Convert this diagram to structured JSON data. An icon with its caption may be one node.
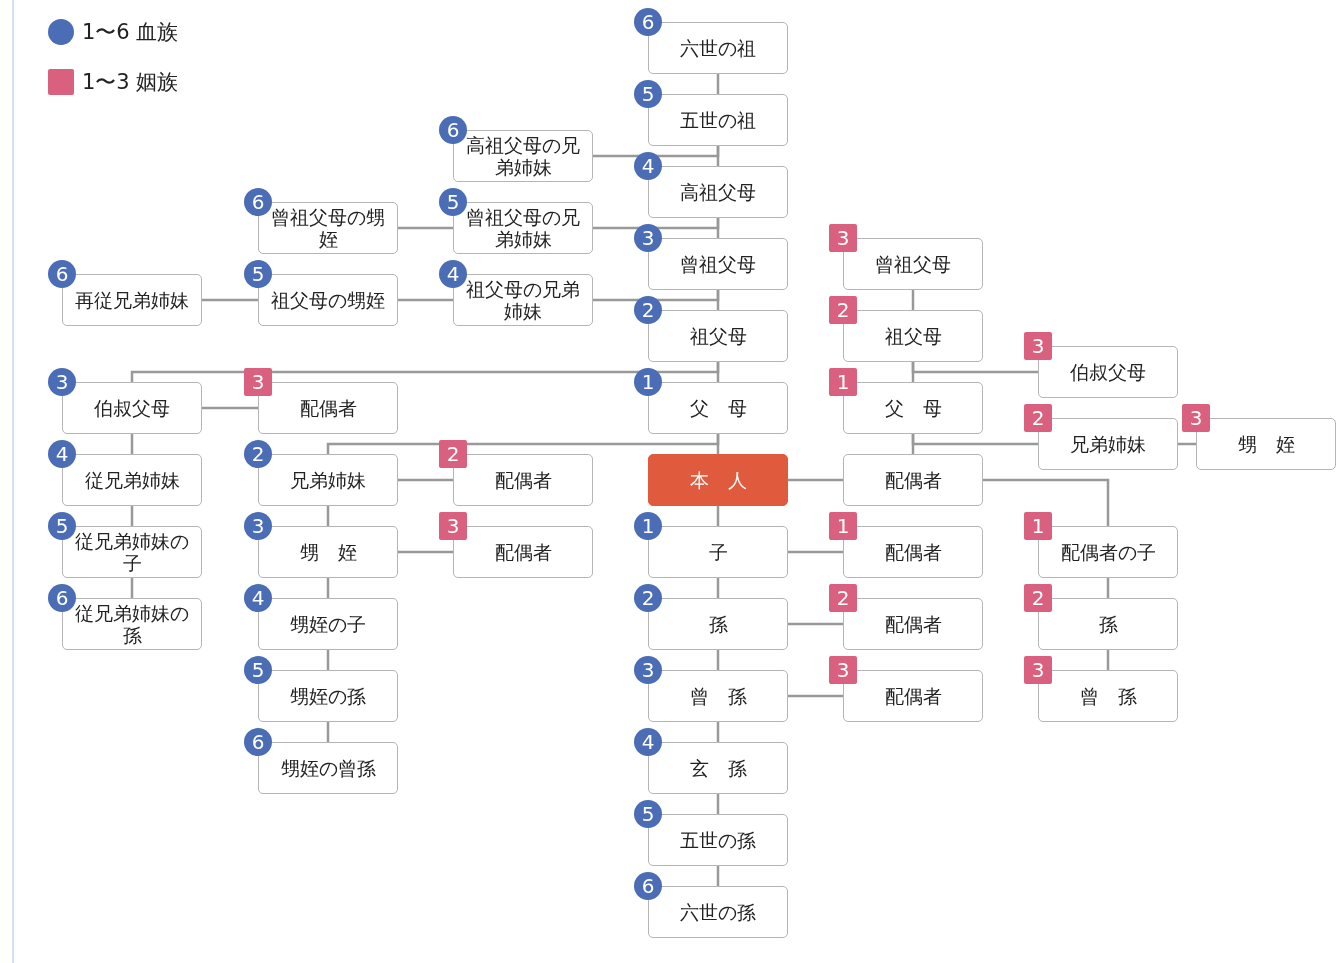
{
  "diagram": {
    "nodes": [
      {
        "text": [
          "六世の祖"
        ],
        "beside": [
          "6"
        ]
      },
      {
        "text": [
          "五世の祖"
        ],
        "beside": [
          "5"
        ]
      },
      {
        "text": [
          "高祖父母の兄弟姉妹"
        ],
        "beside": [
          "6"
        ]
      },
      {
        "text": [
          "高祖父母"
        ],
        "beside": [
          "4"
        ]
      },
      {
        "text": [
          "曾祖父母の甥姪"
        ],
        "beside": [
          "6"
        ]
      },
      {
        "text": [
          "曾祖父母の兄弟姉妹"
        ],
        "beside": [
          "5"
        ]
      },
      {
        "text": [
          "曾祖父母"
        ],
        "beside": [
          "3"
        ]
      },
      {
        "text": [
          "曾祖父母"
        ],
        "beside": [
          "3"
        ]
      },
      {
        "text": [
          "再従兄弟姉妹"
        ],
        "beside": [
          "6"
        ]
      },
      {
        "text": [
          "祖父母の甥姪"
        ],
        "beside": [
          "5"
        ]
      },
      {
        "text": [
          "祖父母の兄弟姉妹"
        ],
        "beside": [
          "4"
        ]
      },
      {
        "text": [
          "祖父母"
        ],
        "beside": [
          "2"
        ]
      },
      {
        "text": [
          "祖父母"
        ],
        "beside": [
          "2"
        ]
      },
      {
        "text": [
          "伯叔父母"
        ],
        "beside": [
          "3"
        ]
      },
      {
        "text": [
          "伯叔父母"
        ],
        "beside": [
          "3"
        ]
      },
      {
        "text": [
          "配偶者"
        ],
        "beside": [
          "3"
        ]
      },
      {
        "text": [
          "父　母"
        ],
        "beside": [
          "1"
        ]
      },
      {
        "text": [
          "父　母"
        ],
        "beside": [
          "1"
        ]
      },
      {
        "text": [
          "兄弟姉妹"
        ],
        "beside": [
          "2"
        ]
      },
      {
        "text": [
          "甥　姪"
        ],
        "beside": [
          "3"
        ]
      },
      {
        "text": [
          "従兄弟姉妹"
        ],
        "beside": [
          "4"
        ]
      },
      {
        "text": [
          "兄弟姉妹"
        ],
        "beside": [
          "2"
        ]
      },
      {
        "text": [
          "配偶者"
        ],
        "beside": [
          "2"
        ]
      },
      {
        "text": [
          "本　人"
        ]
      },
      {
        "text": [
          "配偶者"
        ]
      },
      {
        "text": [
          "従兄弟姉妹の子"
        ],
        "beside": [
          "5"
        ]
      },
      {
        "text": [
          "甥　姪"
        ],
        "beside": [
          "3"
        ]
      },
      {
        "text": [
          "配偶者"
        ],
        "beside": [
          "3"
        ]
      },
      {
        "text": [
          "子"
        ],
        "beside": [
          "1"
        ]
      },
      {
        "text": [
          "配偶者"
        ],
        "beside": [
          "1"
        ]
      },
      {
        "text": [
          "配偶者の子"
        ],
        "beside": [
          "1"
        ]
      },
      {
        "text": [
          "従兄弟姉妹の孫"
        ],
        "beside": [
          "6"
        ]
      },
      {
        "text": [
          "甥姪の子"
        ],
        "beside": [
          "4"
        ]
      },
      {
        "text": [
          "孫"
        ],
        "beside": [
          "2"
        ]
      },
      {
        "text": [
          "配偶者"
        ],
        "beside": [
          "2"
        ]
      },
      {
        "text": [
          "孫"
        ],
        "beside": [
          "2"
        ]
      },
      {
        "text": [
          "甥姪の孫"
        ],
        "beside": [
          "5"
        ]
      },
      {
        "text": [
          "曾　孫"
        ],
        "beside": [
          "3"
        ]
      },
      {
        "text": [
          "配偶者"
        ],
        "beside": [
          "3"
        ]
      },
      {
        "text": [
          "曾　孫"
        ],
        "beside": [
          "3"
        ]
      },
      {
        "text": [
          "甥姪の曾孫"
        ],
        "beside": [
          "6"
        ]
      },
      {
        "text": [
          "玄　孫"
        ],
        "beside": [
          "4"
        ]
      },
      {
        "text": [
          "五世の孫"
        ],
        "beside": [
          "5"
        ]
      },
      {
        "text": [
          "六世の孫"
        ],
        "beside": [
          "6"
        ]
      }
    ],
    "edges": [
      {
        "from": 0,
        "to": 1,
        "arrow": "none"
      },
      {
        "from": 1,
        "to": 3,
        "arrow": "none"
      },
      {
        "from": 3,
        "to": 6,
        "arrow": "none"
      },
      {
        "from": 6,
        "to": 11,
        "arrow": "none"
      },
      {
        "from": 11,
        "to": 16,
        "arrow": "none"
      },
      {
        "from": 16,
        "to": 23,
        "arrow": "none"
      },
      {
        "from": 23,
        "to": 28,
        "arrow": "none"
      },
      {
        "from": 28,
        "to": 33,
        "arrow": "none"
      },
      {
        "from": 33,
        "to": 37,
        "arrow": "none"
      },
      {
        "from": 37,
        "to": 41,
        "arrow": "none"
      },
      {
        "from": 41,
        "to": 42,
        "arrow": "none"
      },
      {
        "from": 42,
        "to": 43,
        "arrow": "none"
      },
      {
        "from": 1,
        "to": 2,
        "arrow": "none"
      },
      {
        "from": 3,
        "to": 5,
        "arrow": "none"
      },
      {
        "from": 5,
        "to": 4,
        "arrow": "none"
      },
      {
        "from": 6,
        "to": 10,
        "arrow": "none"
      },
      {
        "from": 10,
        "to": 9,
        "arrow": "none"
      },
      {
        "from": 9,
        "to": 8,
        "arrow": "none"
      },
      {
        "from": 11,
        "to": 14,
        "arrow": "none"
      },
      {
        "from": 14,
        "to": 15,
        "arrow": "none"
      },
      {
        "from": 14,
        "to": 20,
        "arrow": "none"
      },
      {
        "from": 20,
        "to": 25,
        "arrow": "none"
      },
      {
        "from": 25,
        "to": 31,
        "arrow": "none"
      },
      {
        "from": 16,
        "to": 21,
        "arrow": "none"
      },
      {
        "from": 21,
        "to": 22,
        "arrow": "none"
      },
      {
        "from": 21,
        "to": 26,
        "arrow": "none"
      },
      {
        "from": 26,
        "to": 27,
        "arrow": "none"
      },
      {
        "from": 26,
        "to": 32,
        "arrow": "none"
      },
      {
        "from": 32,
        "to": 36,
        "arrow": "none"
      },
      {
        "from": 36,
        "to": 40,
        "arrow": "none"
      },
      {
        "from": 7,
        "to": 12,
        "arrow": "none"
      },
      {
        "from": 12,
        "to": 17,
        "arrow": "none"
      },
      {
        "from": 12,
        "to": 13,
        "arrow": "none"
      },
      {
        "from": 17,
        "to": 18,
        "arrow": "none"
      },
      {
        "from": 18,
        "to": 19,
        "arrow": "none"
      },
      {
        "from": 17,
        "to": 24,
        "arrow": "none"
      },
      {
        "from": 23,
        "to": 24,
        "arrow": "none"
      },
      {
        "from": 24,
        "to": 30,
        "arrow": "none"
      },
      {
        "from": 30,
        "to": 35,
        "arrow": "none"
      },
      {
        "from": 35,
        "to": 39,
        "arrow": "none"
      },
      {
        "from": 28,
        "to": 29,
        "arrow": "none"
      },
      {
        "from": 33,
        "to": 34,
        "arrow": "none"
      },
      {
        "from": 37,
        "to": 38,
        "arrow": "none"
      }
    ],
    "legend": [
      {
        "text": "1〜6 血族",
        "color": "#4a6db5"
      },
      {
        "text": "1〜3 姻族",
        "color": "#d9607e"
      }
    ]
  }
}
